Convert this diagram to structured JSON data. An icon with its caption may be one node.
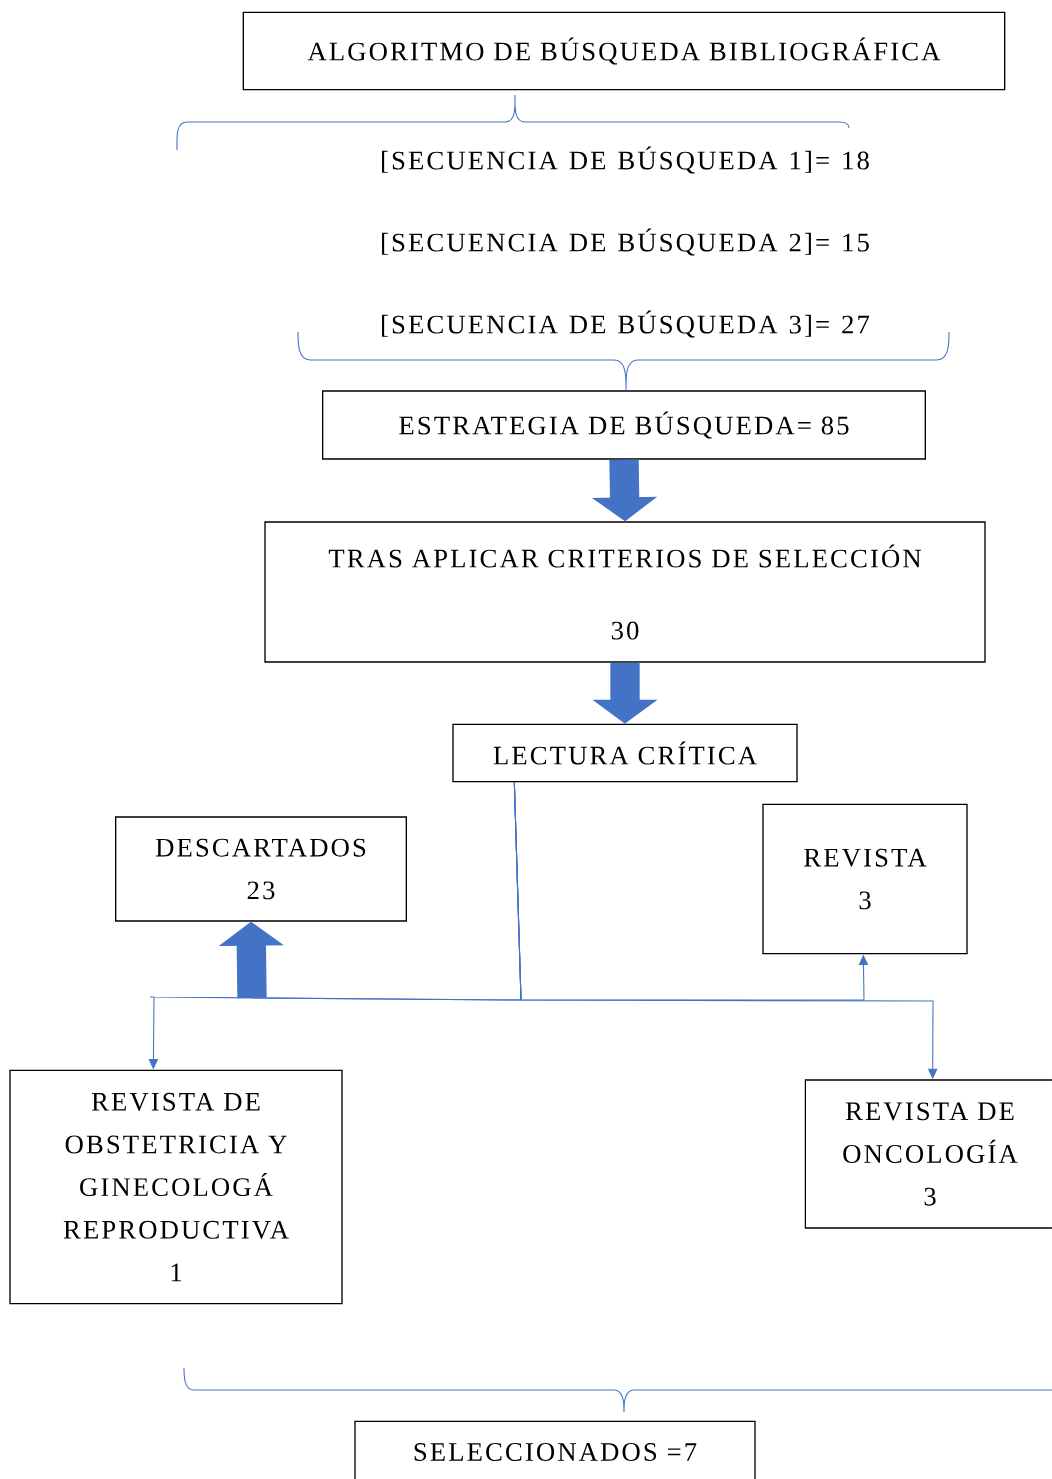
{
  "diagram": {
    "nodes": [
      {
        "text": [
          "ALGORITMO DE BÚSQUEDA BIBLIOGRÁFICA"
        ]
      },
      {
        "text": [
          "ESTRATEGIA DE BÚSQUEDA= 85"
        ]
      },
      {
        "text": [
          "TRAS APLICAR CRITERIOS DE SELECCIÓN",
          "30"
        ]
      },
      {
        "text": [
          "LECTURA CRÍTICA"
        ]
      },
      {
        "text": [
          "DESCARTADOS",
          "23"
        ]
      },
      {
        "text": [
          "REVISTA",
          "3"
        ]
      },
      {
        "text": [
          "REVISTA DE OBSTETRICIA Y GINECOLOGÁ REPRODUCTIVA",
          "1"
        ]
      },
      {
        "text": [
          "REVISTA DE ONCOLOGÍA",
          "3"
        ]
      },
      {
        "text": [
          "SELECCIONADOS =7"
        ]
      }
    ],
    "edges": [
      {
        "from": 1,
        "to": 2,
        "arrow": "to",
        "style": "thick"
      },
      {
        "from": 2,
        "to": 3,
        "arrow": "to",
        "style": "thick"
      },
      {
        "from": 3,
        "to": 4,
        "arrow": "to"
      },
      {
        "from": 3,
        "to": 5,
        "arrow": "to"
      },
      {
        "from": 3,
        "to": 6,
        "arrow": "to"
      },
      {
        "from": 3,
        "to": 7,
        "arrow": "to"
      }
    ],
    "labels": [
      "[SECUENCIA DE BÚSQUEDA 1]= 18",
      "[SECUENCIA DE BÚSQUEDA 2]= 15",
      "[SECUENCIA DE BÚSQUEDA 3]= 27"
    ]
  }
}
